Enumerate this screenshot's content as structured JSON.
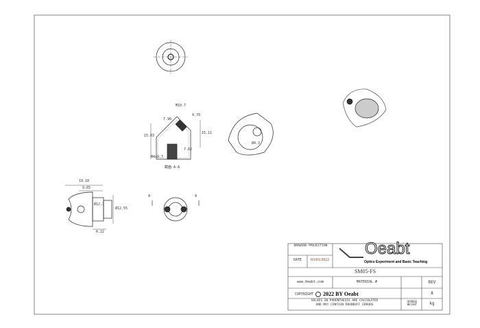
{
  "drawing": {
    "dimensions": {
      "section": [
        "M10.7",
        "7.90",
        "4.70",
        "15.03",
        "15.11",
        "7.62",
        "M4x0.7"
      ],
      "section_label": "截面 A-A",
      "iso_diameter": "Ø4.3",
      "side": [
        "19.18",
        "9.65",
        "Ø12.7",
        "Ø12.55",
        "6.22"
      ],
      "section_marks": [
        "A",
        "A"
      ]
    }
  },
  "title_block": {
    "projection_label": "DRAWING PROJECTION",
    "date_label": "DATE",
    "date_value": "03/03/2022",
    "logo_text": "Oeabt",
    "logo_tagline": "Optics Experiment and Basic Teaching",
    "part_number": "SM05-FS",
    "website": "www.Oeabt.com",
    "material_label": "MATERIAL #",
    "rev_label": "REV",
    "rev_value": "A",
    "copyright": "COPYRIGHT",
    "copyright_owner": "2022 BY Oeabt",
    "note_line1": "VALUES IN PARENTHESIS ARE CALCULATED",
    "note_line2": "AND MAY CONTAIN ROUNDOFF ERRORS",
    "weight_label": "APPROX WEIGHT",
    "weight_unit": "kg"
  }
}
